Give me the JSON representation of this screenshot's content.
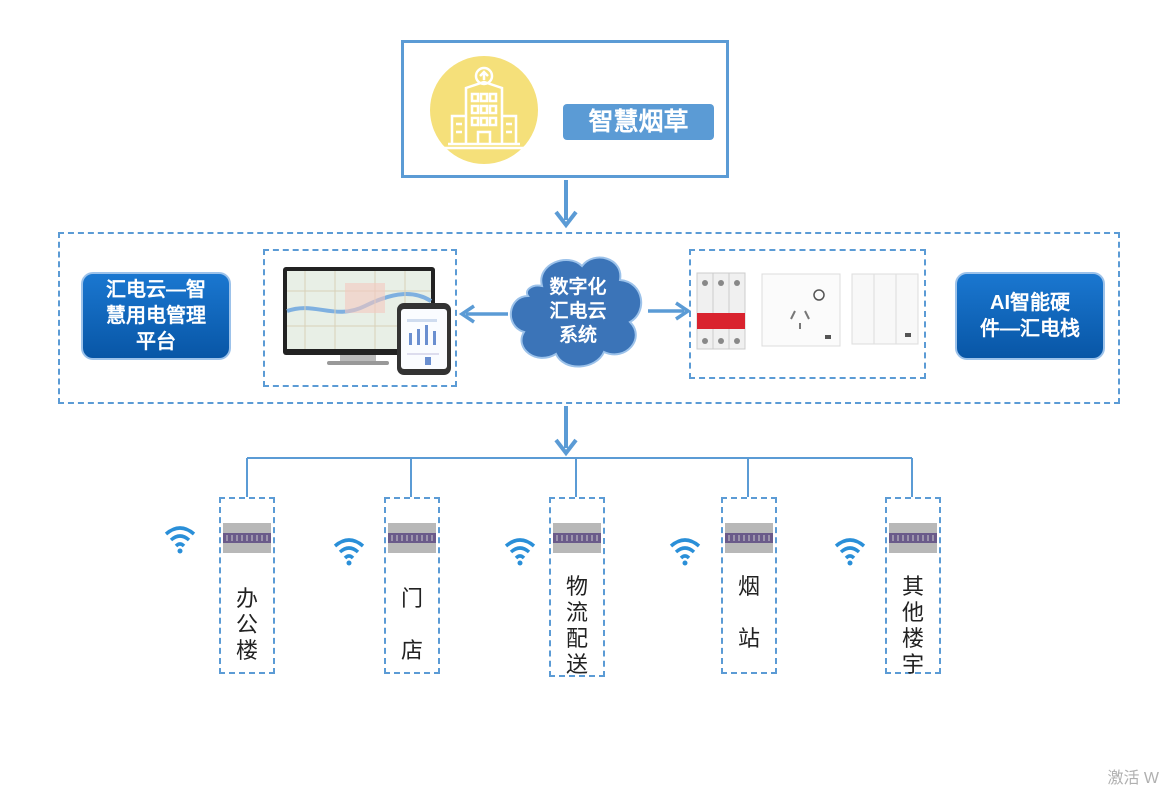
{
  "top": {
    "title": "智慧烟草"
  },
  "platform": {
    "label": "汇电云—智\n慧用电管理\n平台"
  },
  "cloud": {
    "label": "数字化\n汇电云\n系统"
  },
  "hardware": {
    "label": "AI智能硬\n件—汇电栈"
  },
  "sites": [
    {
      "label": "办\n公\n楼"
    },
    {
      "label": "门\n\n店"
    },
    {
      "label": "物\n流\n配\n送"
    },
    {
      "label": "烟\n\n站"
    },
    {
      "label": "其\n他\n楼\n宇"
    }
  ],
  "watermark": "激活 W",
  "colors": {
    "accent": "#5b9bd5",
    "pill": "#0a5fb4",
    "cloud": "#3b74b8",
    "circle": "#f5e07a"
  },
  "icons": [
    "building-icon",
    "monitor-map-icon",
    "phone-chart-icon",
    "cloud-icon",
    "circuit-breaker-icon",
    "wall-socket-icon",
    "switch-panel-icon",
    "wifi-icon",
    "power-meter-icon"
  ]
}
